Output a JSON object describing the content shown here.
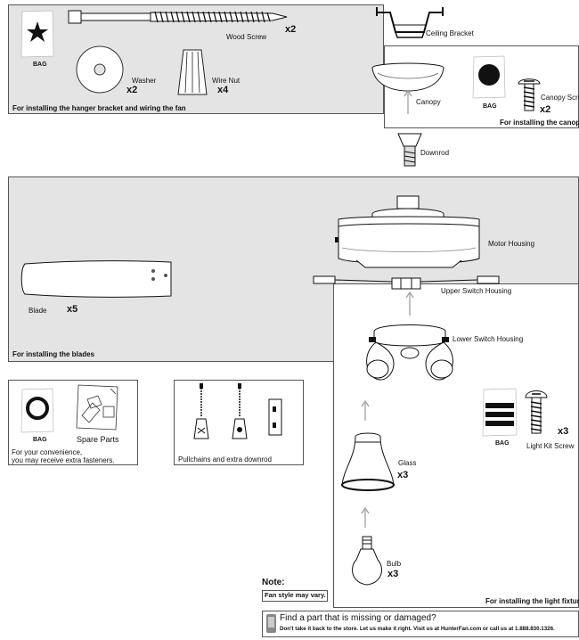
{
  "hanger_section": {
    "bag": "BAG",
    "wood_screw": "Wood Screw",
    "wood_screw_qty": "x2",
    "washer": "Washer",
    "washer_qty": "x2",
    "wire_nut": "Wire Nut",
    "wire_nut_qty": "x4",
    "caption": "For installing the hanger bracket and wiring the fan"
  },
  "ceiling_bracket": "Ceiling Bracket",
  "canopy_section": {
    "canopy": "Canopy",
    "bag": "BAG",
    "canopy_screw": "Canopy Screw",
    "canopy_screw_qty": "x2",
    "caption": "For installing the canopy"
  },
  "downrod": "Downrod",
  "blades_section": {
    "blade": "Blade",
    "blade_qty": "x5",
    "caption": "For installing the blades"
  },
  "motor_housing": "Motor Housing",
  "upper_switch_housing": "Upper Switch Housing",
  "lower_switch_housing": "Lower Switch Housing",
  "spare_section": {
    "bag": "BAG",
    "spare_parts": "Spare Parts",
    "note": "For your convenience,",
    "note2": "you may receive extra fasteners."
  },
  "pullchain_section": {
    "caption": "Pullchains and extra downrod"
  },
  "light_section": {
    "bag": "BAG",
    "light_kit_screw": "Light Kit Screw",
    "light_kit_screw_qty": "x3",
    "glass": "Glass",
    "glass_qty": "x3",
    "bulb": "Bulb",
    "bulb_qty": "x3",
    "caption": "For installing the light fixture"
  },
  "note": {
    "heading": "Note:",
    "text": "Fan style may vary."
  },
  "missing_part": {
    "title": "Find a part that is missing or damaged?",
    "text": "Don't take it back to the store. Let us make it right. Visit us at HunterFan.com or call us at 1.888.830.1326."
  }
}
